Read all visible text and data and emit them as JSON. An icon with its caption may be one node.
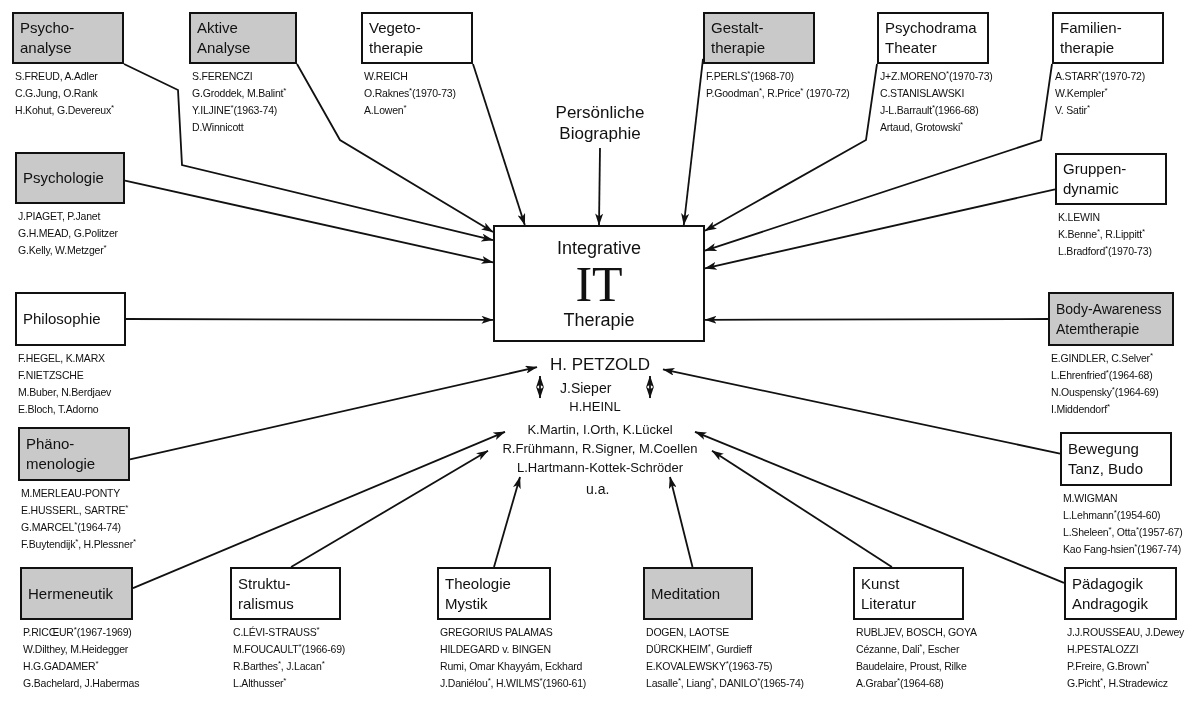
{
  "diagram": {
    "nodes": [
      {
        "text": [
          "Psycho- analyse"
        ],
        "beside": [
          "S.FREUD, A.Adler",
          "C.G.Jung, O.Rank",
          "H.Kohut, G.Devereux$^{*}$"
        ]
      },
      {
        "text": [
          "Aktive Analyse"
        ],
        "beside": [
          "S.FERENCZI",
          "G.Groddek, M.Balint$^{*}$",
          "Y.ILJINE$^{*}$(1963-74)",
          "D.Winnicott"
        ]
      },
      {
        "text": [
          "Vegeto- therapie"
        ],
        "beside": [
          "W.REICH",
          "O.Raknes$^{*}$(1970-73)",
          "A.Lowen$^{*}$"
        ]
      },
      {
        "text": [
          "Persönliche Biographie"
        ]
      },
      {
        "text": [
          "Gestalt- therapie"
        ],
        "beside": [
          "F.PERLS$^{*}$(1968-70)",
          "P.Goodman$^{*}$, R.Price$^{*}$ (1970-72)"
        ]
      },
      {
        "text": [
          "Psychodrama Theater"
        ],
        "beside": [
          "J+Z.MORENO$^{*}$(1970-73)",
          "C.STANISLAWSKI",
          "J-L.Barrault$^{*}$(1966-68)",
          "Artaud, Grotowski$^{*}$"
        ]
      },
      {
        "text": [
          "Familien- therapie"
        ],
        "beside": [
          "A.STARR$^{*}$(1970-72)",
          "W.Kempler$^{*}$",
          "V. Satir$^{*}$"
        ]
      },
      {
        "text": [
          "Psychologie"
        ],
        "beside": [
          "J.PIAGET, P.Janet",
          "G.H.MEAD, G.Politzer",
          "G.Kelly, W.Metzger$^{*}$"
        ]
      },
      {
        "text": [
          "Gruppen- dynamic"
        ],
        "beside": [
          "K.LEWIN",
          "K.Benne$^{*}$, R.Lippitt$^{*}$",
          "L.Bradford$^{*}$(1970-73)"
        ]
      },
      {
        "text": [
          "Integrative",
          "IT",
          "Therapie"
        ]
      },
      {
        "text": [
          "Philosophie"
        ],
        "beside": [
          "F.HEGEL, K.MARX",
          "F.NIETZSCHE",
          "M.Buber, N.Berdjaev",
          "E.Bloch, T.Adorno"
        ]
      },
      {
        "text": [
          "Body-Awareness Atemtherapie"
        ],
        "beside": [
          "E.GINDLER, C.Selver$^{*}$",
          "L.Ehrenfried$^{*}$(1964-68)",
          "N.Ouspensky$^{*}$(1964-69)",
          "I.Middendorf$^{*}$"
        ]
      },
      {
        "text": [
          "H. PETZOLD"
        ]
      },
      {
        "text": [
          "H.HEINL"
        ]
      },
      {
        "text": [
          "K.Martin, I.Orth, K.Lückel"
        ]
      },
      {
        "text": [
          "R.Frühmann, R.Signer, M.Coellen"
        ]
      },
      {
        "text": [
          "L.Hartmann-Kottek-Schröder"
        ]
      },
      {
        "text": [
          "Phäno- menologie"
        ],
        "beside": [
          "M.MERLEAU-PONTY",
          "E.HUSSERL, SARTRE$^{*}$",
          "G.MARCEL$^{*}$(1964-74)",
          "F.Buytendijk$^{*}$, H.Plessner$^{*}$"
        ]
      },
      {
        "text": [
          "Bewegung Tanz, Budo"
        ],
        "beside": [
          "M.WIGMAN",
          "L.Lehmann$^{*}$(1954-60)",
          "L.Sheleen$^{*}$, Otta$^{*}$(1957-67)",
          "Kao Fang-hsien$^{*}$(1967-74)"
        ]
      },
      {
        "text": [
          "Hermeneutik"
        ],
        "beside": [
          "P.RICŒUR$^{*}$(1967-1969)",
          "W.Dilthey, M.Heidegger",
          "H.G.GADAMER$^{*}$",
          "G.Bachelard, J.Habermas"
        ]
      },
      {
        "text": [
          "Struktu- ralismus"
        ],
        "beside": [
          "C.LÉVI-STRAUSS$^{*}$",
          "M.FOUCAULT$^{*}$(1966-69)",
          "R.Barthes$^{*}$, J.Lacan$^{*}$",
          "L.Althusser$^{*}$"
        ]
      },
      {
        "text": [
          "Theologie Mystik"
        ],
        "beside": [
          "GREGORIUS PALAMAS",
          "HILDEGARD v. BINGEN",
          "Rumi, Omar Khayyám, Eckhard",
          "J.Daniélou$^{*}$, H.WILMS$^{*}$(1960-61)"
        ]
      },
      {
        "text": [
          "Meditation"
        ],
        "beside": [
          "DOGEN, LAOTSE",
          "DÜRCKHEIM$^{*}$, Gurdieff",
          "E.KOVALEWSKY$^{*}$(1963-75)",
          "Lasalle$^{*}$, Liang$^{*}$, DANILO$^{*}$(1965-74)"
        ]
      },
      {
        "text": [
          "Kunst Literatur"
        ],
        "beside": [
          "RUBLJEV, BOSCH, GOYA",
          "Cézanne, Dali$^{*}$, Escher",
          "Baudelaire, Proust, Rilke",
          "A.Grabar$^{*}$(1964-68)"
        ]
      },
      {
        "text": [
          "Pädagogik Andragogik"
        ],
        "beside": [
          "J.J.ROUSSEAU, J.Dewey",
          "H.PESTALOZZI",
          "P.Freire, G.Brown$^{*}$",
          "G.Picht$^{*}$, H.Stradewicz"
        ]
      }
    ],
    "edges": [
      {
        "from": 0,
        "to": 9,
        "arrow": "to"
      },
      {
        "from": 1,
        "to": 9,
        "arrow": "to"
      },
      {
        "from": 2,
        "to": 9,
        "arrow": "to"
      },
      {
        "from": 3,
        "to": 9,
        "arrow": "to"
      },
      {
        "from": 4,
        "to": 9,
        "arrow": "to"
      },
      {
        "from": 5,
        "to": 9,
        "arrow": "to"
      },
      {
        "from": 6,
        "to": 9,
        "arrow": "to"
      },
      {
        "from": 7,
        "to": 9,
        "arrow": "to"
      },
      {
        "from": 8,
        "to": 9,
        "arrow": "to"
      },
      {
        "from": 10,
        "to": 9,
        "arrow": "to"
      },
      {
        "from": 11,
        "to": 9,
        "arrow": "to"
      },
      {
        "from": 17,
        "to": 12,
        "arrow": "to"
      },
      {
        "from": 18,
        "to": 12,
        "arrow": "to"
      },
      {
        "from": 19,
        "to": 14,
        "arrow": "to"
      },
      {
        "from": 20,
        "to": 15,
        "arrow": "to"
      },
      {
        "from": 21,
        "to": 16,
        "arrow": "to"
      },
      {
        "from": 22,
        "to": 16,
        "arrow": "to"
      },
      {
        "from": 23,
        "to": 15,
        "arrow": "to"
      },
      {
        "from": 24,
        "to": 14,
        "arrow": "to"
      },
      {
        "from": 12,
        "to": 13,
        "arrow": "both"
      },
      {
        "from": 12,
        "to": 13,
        "arrow": "both"
      }
    ],
    "labels": [
      "J.Sieper",
      "u.a."
    ]
  }
}
